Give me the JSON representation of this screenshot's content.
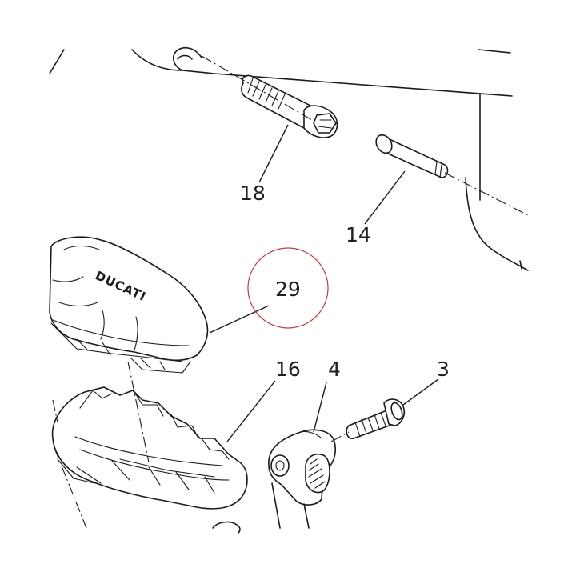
{
  "diagram": {
    "callouts": [
      {
        "id": "18",
        "label": "18"
      },
      {
        "id": "14",
        "label": "14"
      },
      {
        "id": "29",
        "label": "29"
      },
      {
        "id": "16",
        "label": "16"
      },
      {
        "id": "4",
        "label": "4"
      },
      {
        "id": "3",
        "label": "3"
      }
    ],
    "brand_text": "DUCATI",
    "highlight_color": "#c0394b",
    "line_color": "#1a1a1a"
  }
}
